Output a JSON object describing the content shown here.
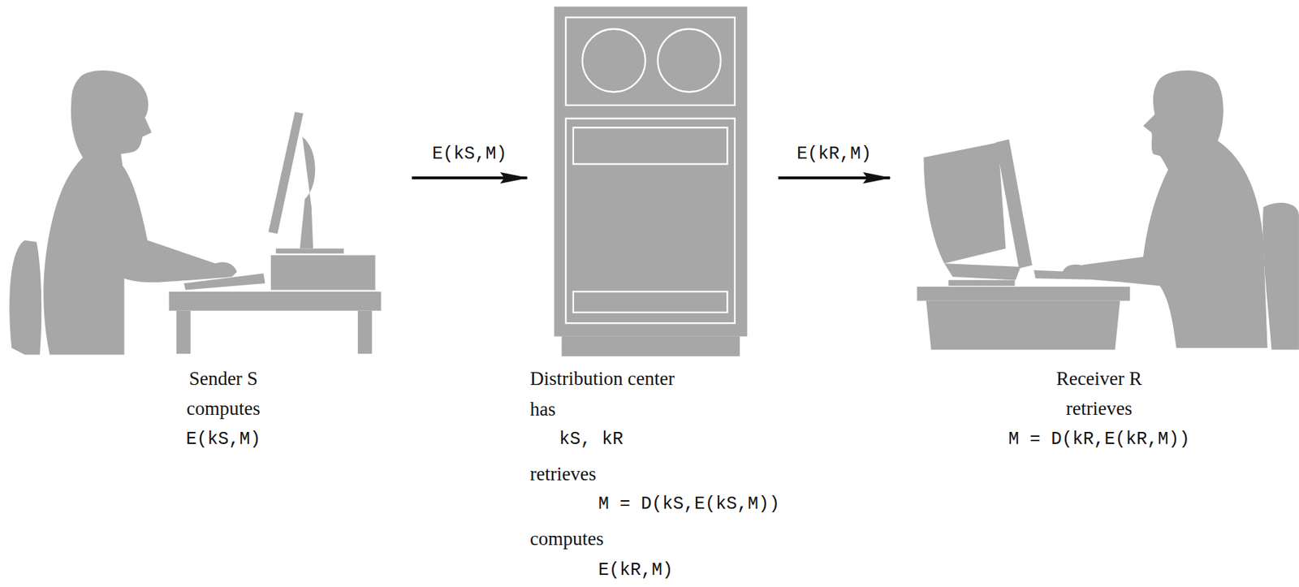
{
  "diagram": {
    "nodes": [
      {
        "text": [
          "Sender S",
          "computes",
          "E(kS,M)"
        ]
      },
      {
        "text": [
          "Distribution center",
          "has",
          "kS, kR",
          "retrieves",
          "M = D(kS,E(kS,M))",
          "computes",
          "E(kR,M)"
        ]
      },
      {
        "text": [
          "Receiver R",
          "retrieves",
          "M = D(kR,E(kR,M))"
        ]
      }
    ],
    "edges": [
      {
        "from": 0,
        "to": 1,
        "arrow": "to",
        "label": "E(kS,M)"
      },
      {
        "from": 1,
        "to": 2,
        "arrow": "to",
        "label": "E(kR,M)"
      }
    ]
  }
}
